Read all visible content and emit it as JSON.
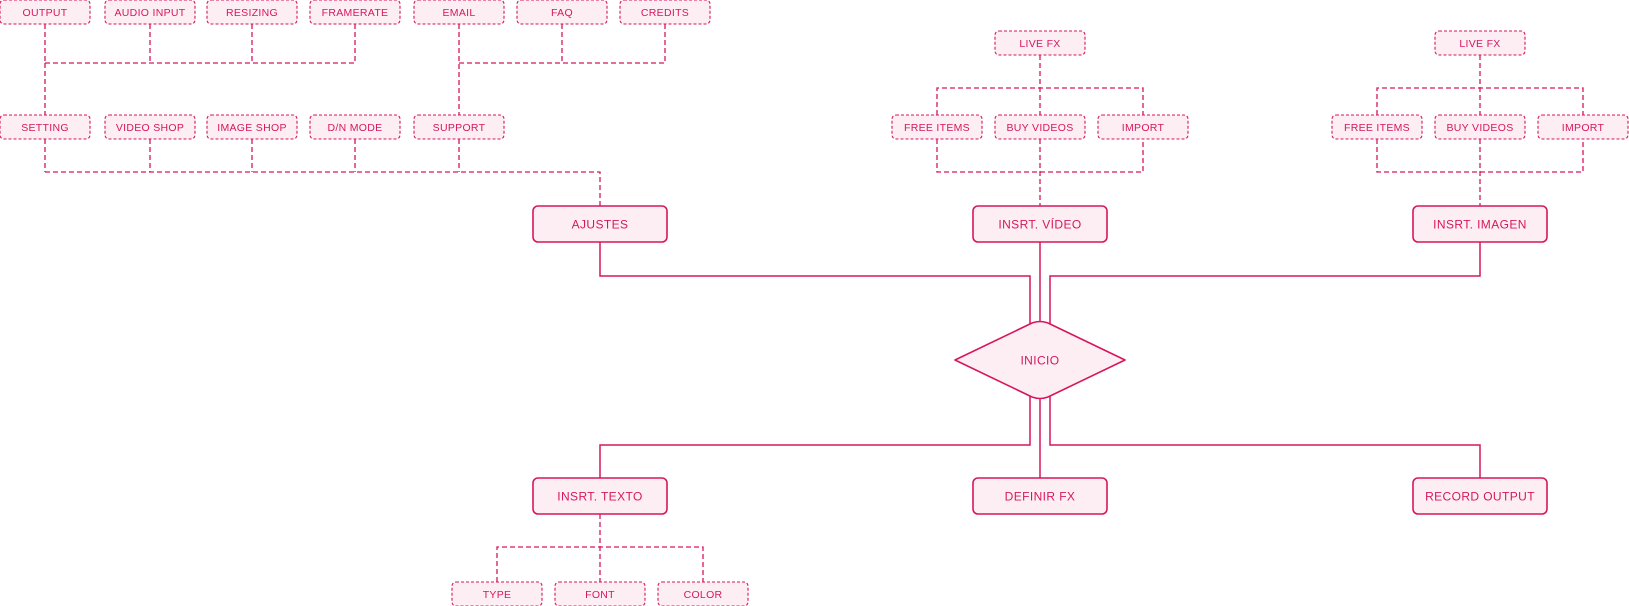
{
  "colors": {
    "accent": "#d6175d",
    "fill": "#fdeef3",
    "background": "#ffffff"
  },
  "center": {
    "id": "inicio",
    "label": "INICIO"
  },
  "main_nodes": [
    {
      "id": "ajustes",
      "label": "AJUSTES"
    },
    {
      "id": "insrt-video",
      "label": "INSRT. VÍDEO"
    },
    {
      "id": "insrt-imagen",
      "label": "INSRT. IMAGEN"
    },
    {
      "id": "insrt-texto",
      "label": "INSRT. TEXTO"
    },
    {
      "id": "definir-fx",
      "label": "DEFINIR FX"
    },
    {
      "id": "record-output",
      "label": "RECORD OUTPUT"
    }
  ],
  "ajustes_tree": {
    "level1": [
      {
        "id": "setting",
        "label": "SETTING"
      },
      {
        "id": "video-shop",
        "label": "VIDEO SHOP"
      },
      {
        "id": "image-shop",
        "label": "IMAGE SHOP"
      },
      {
        "id": "dn-mode",
        "label": "D/N MODE"
      },
      {
        "id": "support",
        "label": "SUPPORT"
      }
    ],
    "setting_children": [
      {
        "id": "output",
        "label": "OUTPUT"
      },
      {
        "id": "audio-input",
        "label": "AUDIO INPUT"
      },
      {
        "id": "resizing",
        "label": "RESIZING"
      },
      {
        "id": "framerate",
        "label": "FRAMERATE"
      }
    ],
    "support_children": [
      {
        "id": "email",
        "label": "EMAIL"
      },
      {
        "id": "faq",
        "label": "FAQ"
      },
      {
        "id": "credits",
        "label": "CREDITS"
      }
    ]
  },
  "video_tree": {
    "top": {
      "id": "live-fx-video",
      "label": "LIVE FX"
    },
    "children": [
      {
        "id": "free-items-video",
        "label": "FREE ITEMS"
      },
      {
        "id": "buy-videos-video",
        "label": "BUY VIDEOS"
      },
      {
        "id": "import-video",
        "label": "IMPORT"
      }
    ]
  },
  "imagen_tree": {
    "top": {
      "id": "live-fx-imagen",
      "label": "LIVE FX"
    },
    "children": [
      {
        "id": "free-items-imagen",
        "label": "FREE ITEMS"
      },
      {
        "id": "buy-videos-imagen",
        "label": "BUY VIDEOS"
      },
      {
        "id": "import-imagen",
        "label": "IMPORT"
      }
    ]
  },
  "texto_tree": {
    "children": [
      {
        "id": "type",
        "label": "TYPE"
      },
      {
        "id": "font",
        "label": "FONT"
      },
      {
        "id": "color",
        "label": "COLOR"
      }
    ]
  }
}
